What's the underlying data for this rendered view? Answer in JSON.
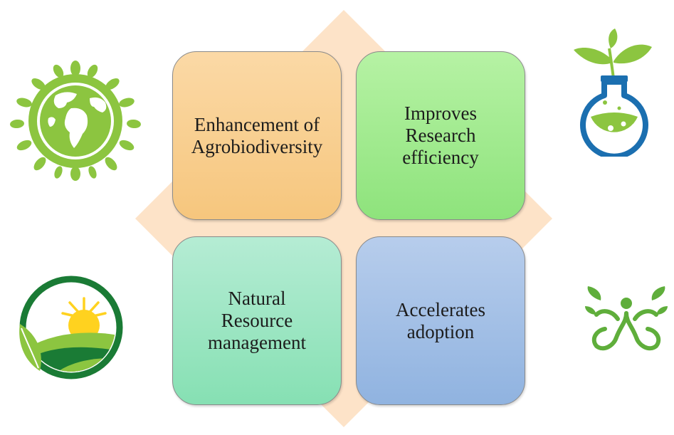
{
  "quadrants": [
    {
      "label": "Enhancement of\nAgrobiodiversity"
    },
    {
      "label": "Improves\nResearch\nefficiency"
    },
    {
      "label": "Natural\nResource\nmanagement"
    },
    {
      "label": "Accelerates\nadoption"
    }
  ],
  "icons": {
    "top_left": "globe-with-leaves-icon",
    "top_right": "plant-flask-icon",
    "bottom_left": "sun-over-fields-icon",
    "bottom_right": "sprout-figure-icon"
  },
  "colors": {
    "diamond": "#fde3c8",
    "quadrant_1": "#f8cf8f",
    "quadrant_2": "#a3ea8e",
    "quadrant_3": "#9ee6c3",
    "quadrant_4": "#a4c0e6",
    "icon_green": "#8cc540",
    "icon_blue": "#1b6fb0",
    "icon_yellow": "#ffd21f"
  }
}
